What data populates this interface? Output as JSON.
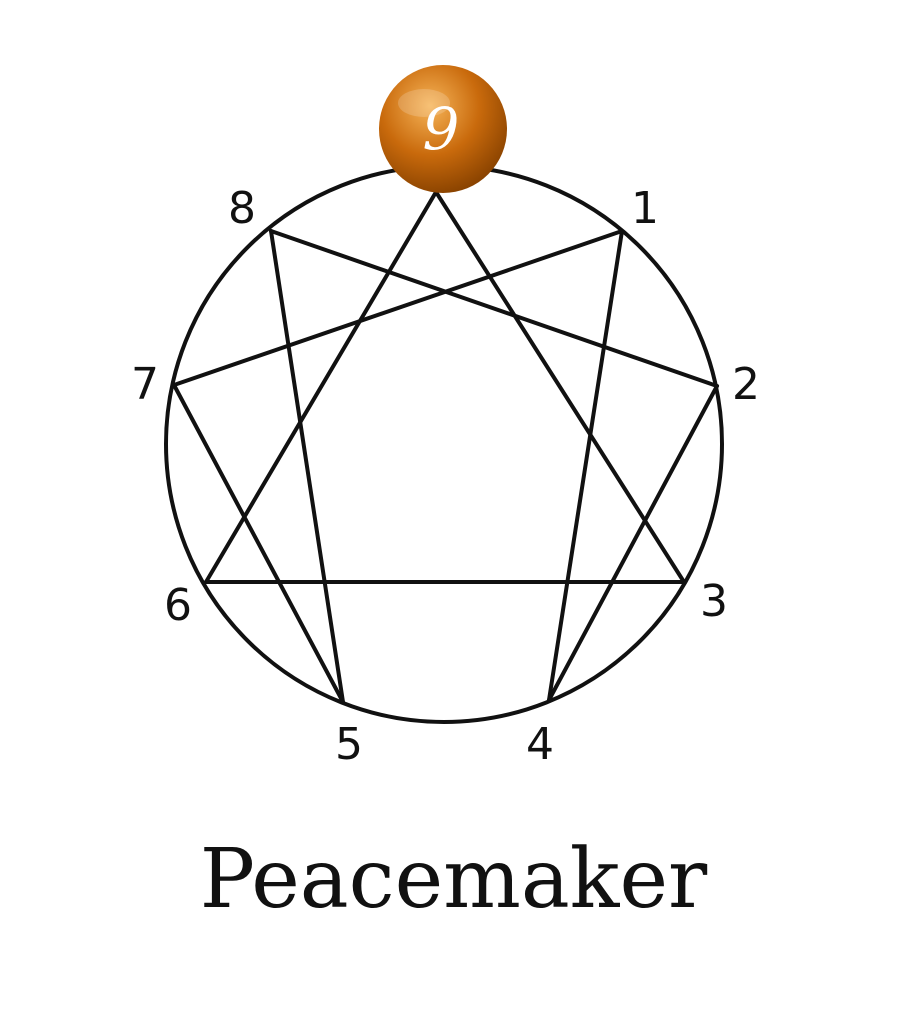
{
  "diagram": {
    "type_name": "Peacemaker",
    "highlight_point": "9",
    "points": [
      {
        "label": "9"
      },
      {
        "label": "1"
      },
      {
        "label": "2"
      },
      {
        "label": "3"
      },
      {
        "label": "4"
      },
      {
        "label": "5"
      },
      {
        "label": "6"
      },
      {
        "label": "7"
      },
      {
        "label": "8"
      }
    ],
    "connections": [
      [
        "1",
        "4"
      ],
      [
        "4",
        "2"
      ],
      [
        "2",
        "8"
      ],
      [
        "8",
        "5"
      ],
      [
        "5",
        "7"
      ],
      [
        "7",
        "1"
      ],
      [
        "9",
        "3"
      ],
      [
        "3",
        "6"
      ],
      [
        "6",
        "9"
      ]
    ],
    "colors": {
      "highlight": "#c96a0c",
      "highlight_light": "#f2a23c",
      "highlight_dark": "#8a4300",
      "line": "#111111"
    }
  }
}
